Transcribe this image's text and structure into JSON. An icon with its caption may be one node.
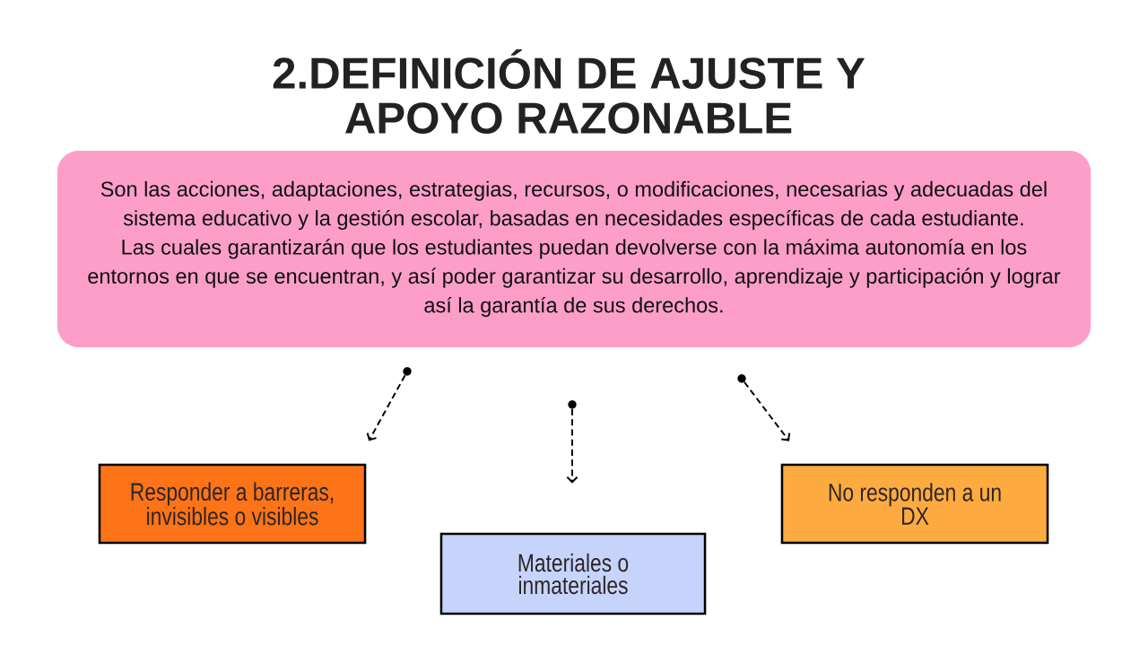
{
  "diagram": {
    "title": "2.DEFINICIÓN DE AJUSTE Y APOYO RAZONABLE",
    "nodes": [
      {
        "text": [
          "Son las acciones, adaptaciones, estrategias, recursos, o modificaciones, necesarias y adecuadas del sistema educativo y la gestión escolar, basadas en necesidades específicas de cada estudiante.",
          "Las cuales garantizarán que los estudiantes puedan devolverse con la máxima autonomía en los entornos en que se encuentran, y así poder garantizar su desarrollo, aprendizaje y participación y lograr así la garantía de sus derechos."
        ]
      },
      {
        "text": [],
        "shape": "circle"
      },
      {
        "text": [],
        "shape": "circle"
      },
      {
        "text": [],
        "shape": "circle"
      },
      {
        "text": [
          "Responder a barreras, invisibles o visibles"
        ]
      },
      {
        "text": [
          "Materiales o inmateriales"
        ]
      },
      {
        "text": [
          "No responden a un DX"
        ]
      }
    ],
    "edges": [
      {
        "from": 1,
        "to": 4,
        "arrow": "to",
        "style": "dashed"
      },
      {
        "from": 2,
        "to": 5,
        "arrow": "to",
        "style": "dashed"
      },
      {
        "from": 3,
        "to": 6,
        "arrow": "to",
        "style": "dashed"
      }
    ]
  }
}
